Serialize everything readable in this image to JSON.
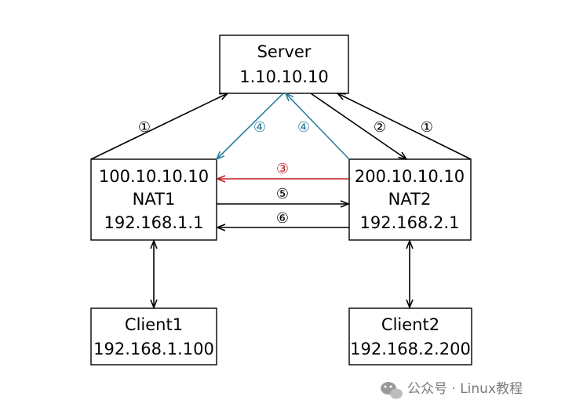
{
  "nodes": {
    "server": {
      "line1": "Server",
      "line2": "1.10.10.10"
    },
    "nat1": {
      "line1": "100.10.10.10",
      "line2": "NAT1",
      "line3": "192.168.1.1"
    },
    "nat2": {
      "line1": "200.10.10.10",
      "line2": "NAT2",
      "line3": "192.168.2.1"
    },
    "client1": {
      "line1": "Client1",
      "line2": "192.168.1.100"
    },
    "client2": {
      "line1": "Client2",
      "line2": "192.168.2.200"
    }
  },
  "steps": {
    "s1_left": "①",
    "s1_right": "①",
    "s2": "②",
    "s3": "③",
    "s4_left": "④",
    "s4_right": "④",
    "s5": "⑤",
    "s6": "⑥"
  },
  "colors": {
    "black": "#000000",
    "teal": "#2a7f9e",
    "red": "#c0202a",
    "watermark": "#7a7a7a"
  },
  "watermark": {
    "icon": "wechat-icon",
    "text": "公众号 · Linux教程"
  }
}
